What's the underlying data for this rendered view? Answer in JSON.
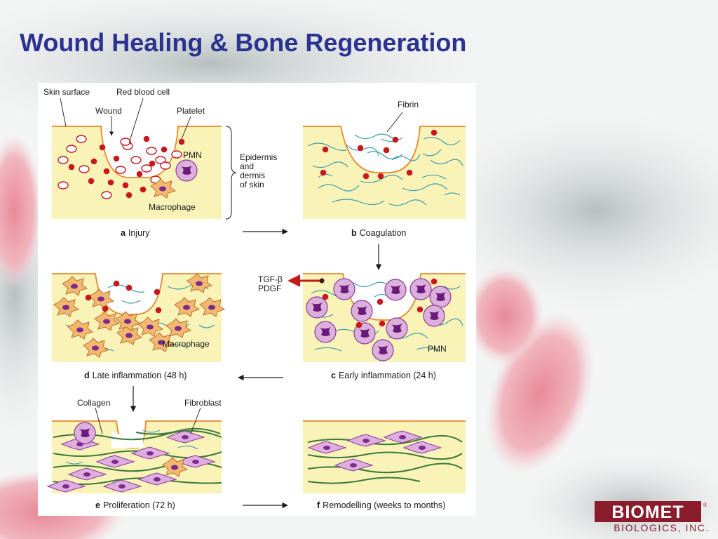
{
  "slide": {
    "title": "Wound Healing & Bone Regeneration"
  },
  "diagram": {
    "labels": {
      "skin_surface": "Skin surface",
      "red_blood_cell": "Red blood cell",
      "wound": "Wound",
      "platelet": "Platelet",
      "pmn": "PMN",
      "macrophage": "Macrophage",
      "epidermis_1": "Epidermis",
      "epidermis_2": "and",
      "epidermis_3": "dermis",
      "epidermis_4": "of skin",
      "fibrin": "Fibrin",
      "tgf": "TGF-β",
      "pdgf": "PDGF",
      "macrophage_d": "Macrophage",
      "pmn_c": "PMN",
      "collagen": "Collagen",
      "fibroblast": "Fibroblast"
    },
    "captions": {
      "a_letter": "a",
      "a_text": "Injury",
      "b_letter": "b",
      "b_text": "Coagulation",
      "c_letter": "c",
      "c_text": "Early inflammation (24 h)",
      "d_letter": "d",
      "d_text": "Late inflammation (48 h)",
      "e_letter": "e",
      "e_text": "Proliferation (72 h)",
      "f_letter": "f",
      "f_text": "Remodelling (weeks to months)"
    },
    "colors": {
      "tissue": "#faf3b8",
      "surface": "#e8882c",
      "rbc": "#c8181e",
      "fibrin": "#3a9cb0",
      "cell": "#d9a8d8",
      "nucleus": "#7a2a8a",
      "macrophage": "#f0b070",
      "collagen": "#3a7a3a",
      "arrow_red": "#c81818"
    }
  },
  "logo": {
    "mark": "BIOMET",
    "registered": "®",
    "company": "BIOLOGICS, INC."
  }
}
